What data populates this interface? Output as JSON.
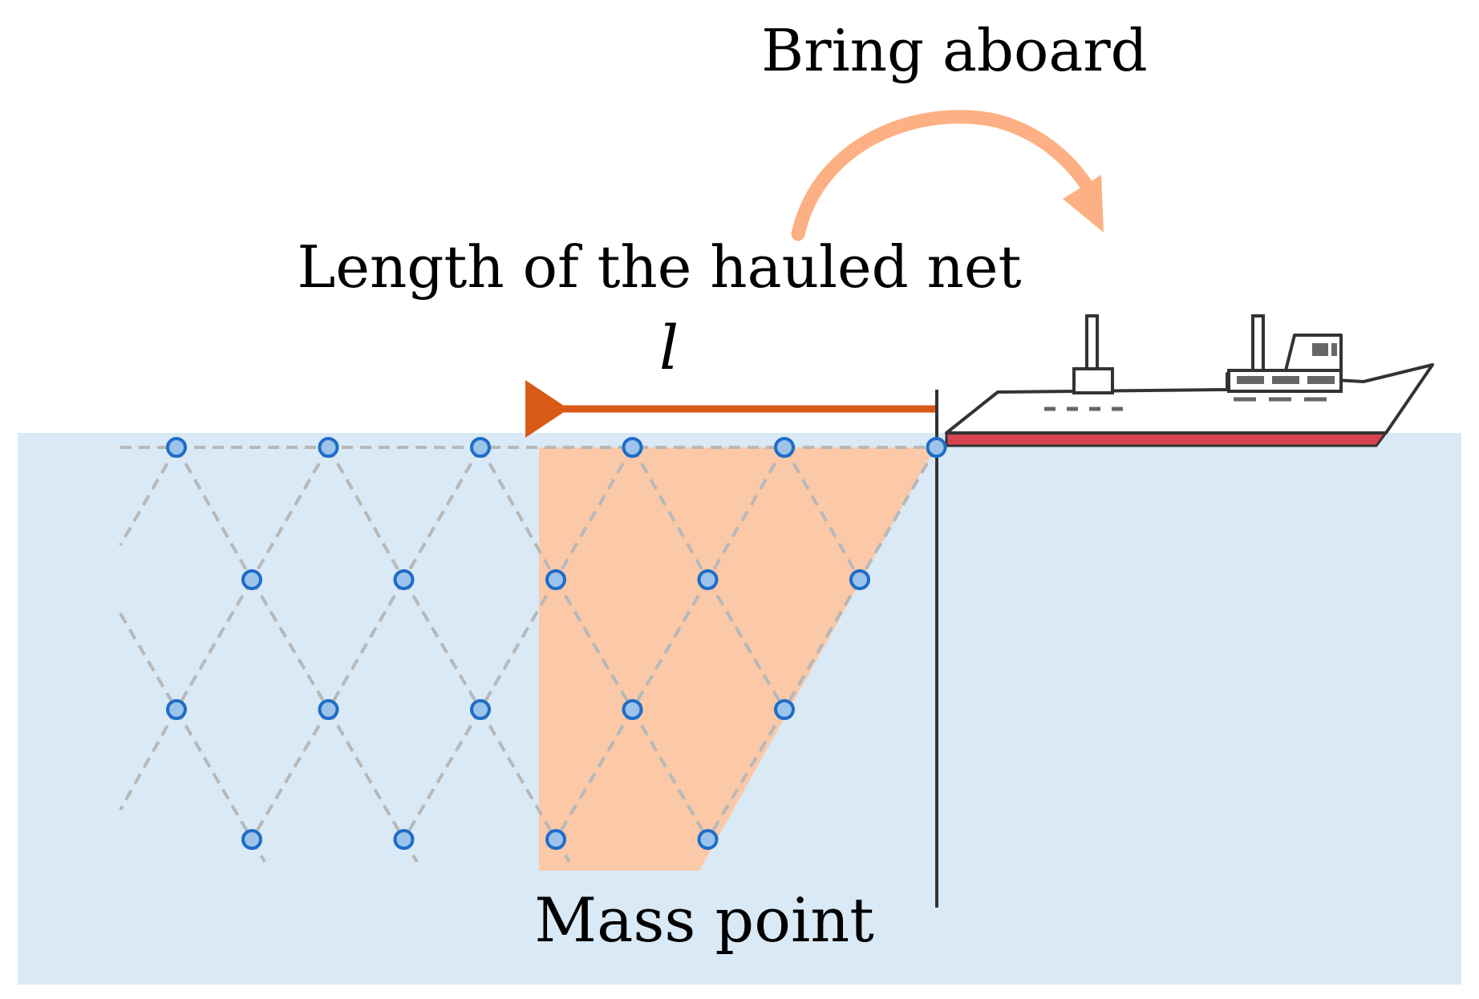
{
  "labels": {
    "bring_aboard": "Bring aboard",
    "hauled_length": "Length of the hauled net",
    "length_symbol": "l",
    "mass_point": "Mass point"
  },
  "colors": {
    "water": "#d9e9f5",
    "hauled_region": "#fbc9a8",
    "arrow_length": "#d95a16",
    "arrow_aboard": "#fdb083",
    "mass_fill": "#9cc3ea",
    "mass_stroke": "#1e6cc8",
    "twine": "#b8b8b8",
    "hull_red": "#d94452",
    "outline": "#333333"
  },
  "net": {
    "rows": 4,
    "row_nodes": [
      6,
      5,
      5,
      4
    ],
    "hauled_segment_nodes": 5
  },
  "icons": {
    "vessel": "fishing-vessel-icon"
  }
}
